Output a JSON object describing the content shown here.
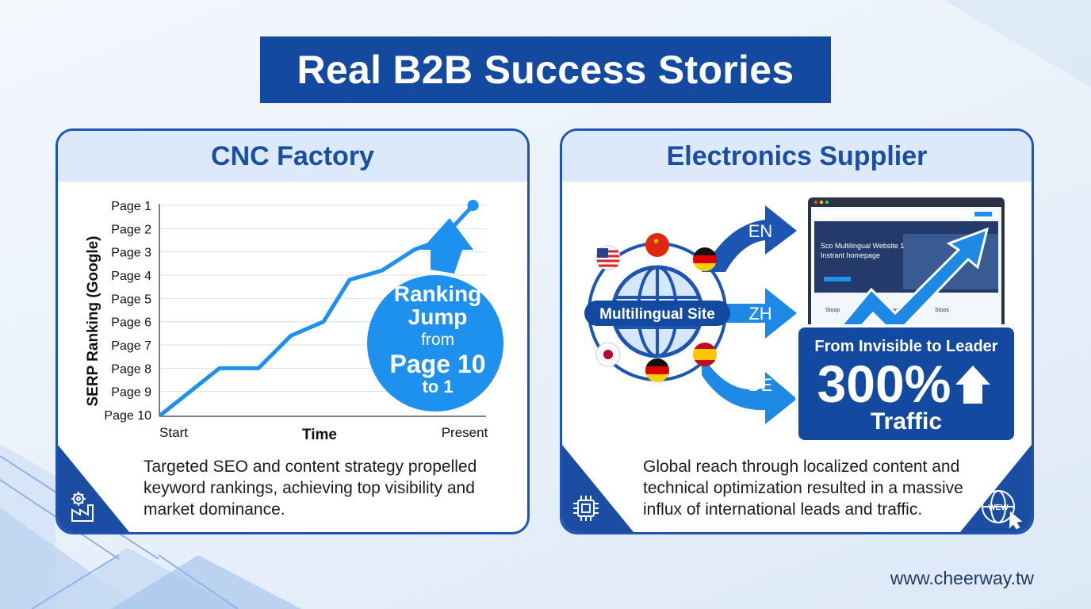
{
  "title": "Real B2B Success Stories",
  "cards": {
    "left": {
      "title": "CNC Factory",
      "description_lines": [
        "Targeted SEO and content strategy propelled",
        "keyword rankings, achieving top visibility and",
        "market dominance."
      ],
      "callout": {
        "line1": "Ranking",
        "line2": "Jump",
        "line3": "from",
        "line4": "Page 10",
        "line5": "to 1"
      },
      "corner_icon": "factory-gear-icon"
    },
    "right": {
      "title": "Electronics Supplier",
      "globe_label": "Multilingual Site",
      "languages": [
        "EN",
        "ZH",
        "DE"
      ],
      "flags": [
        "us-flag",
        "china-flag",
        "germany-flag",
        "japan-flag",
        "germany-flag",
        "spain-flag"
      ],
      "stat": {
        "headline": "From Invisible to Leader",
        "value": "300%",
        "label": "Traffic"
      },
      "mockup": {
        "line1": "Sco Multilingual Website 1",
        "line2": "Instrant homepage",
        "col1": "Stoop",
        "col2": "Descape",
        "col3": "Stoos"
      },
      "description_lines": [
        "Global reach through localized content and",
        "technical optimization resulted in a massive",
        "influx of international leads and traffic."
      ],
      "corner_icons": [
        "chip-icon",
        "www-globe-icon"
      ],
      "globe_corner_text": "WEW"
    }
  },
  "chart_data": {
    "type": "line",
    "title": "",
    "xlabel": "Time",
    "ylabel": "SERP Ranking (Google)",
    "x_tick_labels": [
      "Start",
      "Present"
    ],
    "y_tick_labels": [
      "Page 1",
      "Page 2",
      "Page 3",
      "Page 4",
      "Page 5",
      "Page 6",
      "Page 7",
      "Page 8",
      "Page 9",
      "Page 10"
    ],
    "ylim": [
      10,
      1
    ],
    "xlim": [
      0,
      10
    ],
    "grid": true,
    "series": [
      {
        "x": [
          0,
          1.8,
          3,
          4,
          5,
          5.8,
          6.8,
          7.8,
          8.6,
          9.6
        ],
        "y": [
          10,
          8,
          8,
          6.6,
          6,
          4.2,
          3.8,
          2.9,
          2.5,
          1
        ]
      }
    ],
    "colors": {
      "line": "#1e90ee",
      "accent": "#1d55b3"
    }
  },
  "footer": {
    "url": "www.cheerway.tw"
  }
}
